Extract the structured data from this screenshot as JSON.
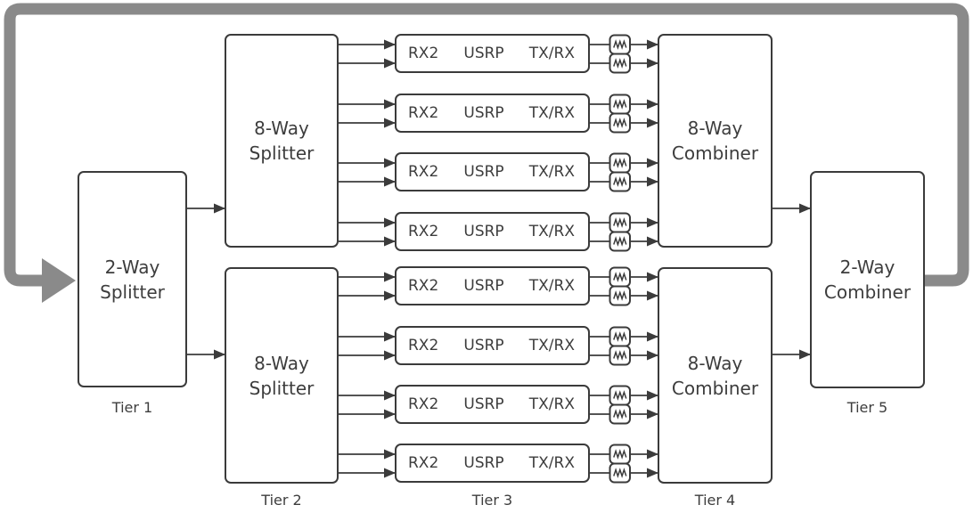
{
  "diagram": {
    "tier1": {
      "box_label": "2-Way Splitter",
      "tier_label": "Tier 1"
    },
    "tier2": {
      "boxes": [
        {
          "box_label": "8-Way Splitter"
        },
        {
          "box_label": "8-Way Splitter"
        }
      ],
      "tier_label": "Tier 2"
    },
    "tier3": {
      "tier_label": "Tier 3",
      "rows": [
        {
          "rx2": "RX2",
          "usrp": "USRP",
          "txrx": "TX/RX"
        },
        {
          "rx2": "RX2",
          "usrp": "USRP",
          "txrx": "TX/RX"
        },
        {
          "rx2": "RX2",
          "usrp": "USRP",
          "txrx": "TX/RX"
        },
        {
          "rx2": "RX2",
          "usrp": "USRP",
          "txrx": "TX/RX"
        },
        {
          "rx2": "RX2",
          "usrp": "USRP",
          "txrx": "TX/RX"
        },
        {
          "rx2": "RX2",
          "usrp": "USRP",
          "txrx": "TX/RX"
        },
        {
          "rx2": "RX2",
          "usrp": "USRP",
          "txrx": "TX/RX"
        },
        {
          "rx2": "RX2",
          "usrp": "USRP",
          "txrx": "TX/RX"
        }
      ]
    },
    "tier4": {
      "boxes": [
        {
          "box_label": "8-Way Combiner"
        },
        {
          "box_label": "8-Way Combiner"
        }
      ],
      "tier_label": "Tier 4"
    },
    "tier5": {
      "box_label": "2-Way Combiner",
      "tier_label": "Tier 5"
    },
    "icons": {
      "attenuator": "resistor-zigzag"
    },
    "colors": {
      "line": "#3b3b3b",
      "text": "#3d3d3d",
      "loop_gray": "#8a8a8a",
      "background": "#ffffff",
      "box_fill": "#ffffff"
    }
  }
}
